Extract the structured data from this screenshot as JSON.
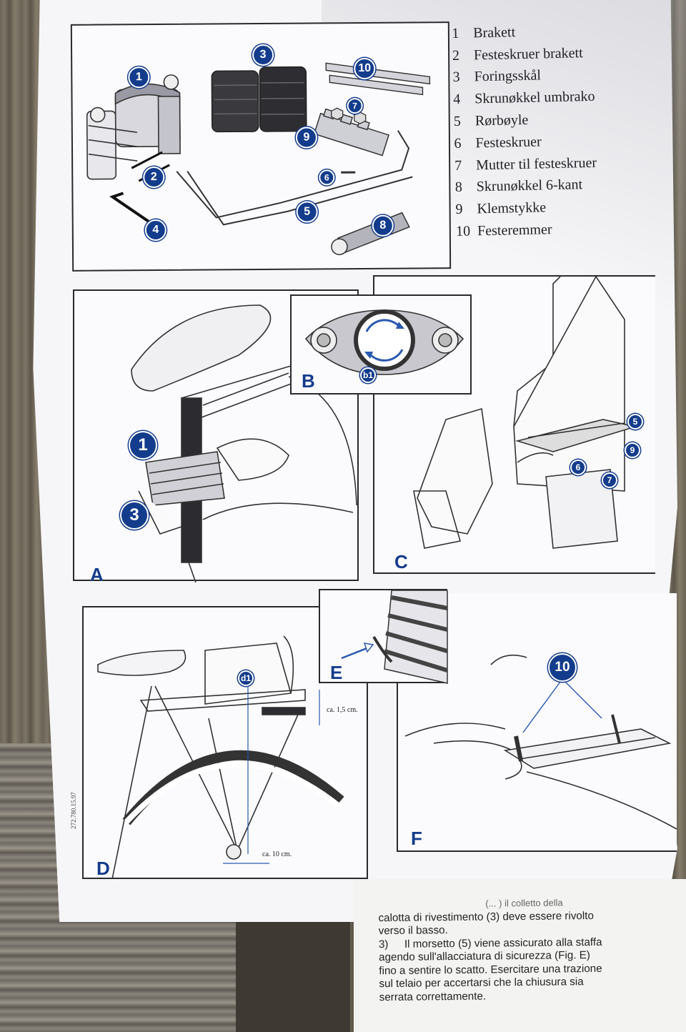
{
  "parts": [
    {
      "num": "1",
      "label": "Brakett"
    },
    {
      "num": "2",
      "label": "Festeskruer brakett"
    },
    {
      "num": "3",
      "label": "Foringsskål"
    },
    {
      "num": "4",
      "label": "Skrunøkkel umbrako"
    },
    {
      "num": "5",
      "label": "Rørbøyle"
    },
    {
      "num": "6",
      "label": "Festeskruer"
    },
    {
      "num": "7",
      "label": "Mutter til festeskruer"
    },
    {
      "num": "8",
      "label": "Skrunøkkel 6-kant"
    },
    {
      "num": "9",
      "label": "Klemstykke"
    },
    {
      "num": "10",
      "label": "Festeremmer"
    }
  ],
  "callouts": {
    "c1": "1",
    "c2": "2",
    "c3": "3",
    "c4": "4",
    "c5": "5",
    "c6": "6",
    "c7": "7",
    "c8": "8",
    "c9": "9",
    "c10": "10"
  },
  "figures": {
    "A": "A",
    "B": "B",
    "C": "C",
    "D": "D",
    "E": "E",
    "F": "F",
    "b1": "b1",
    "d1": "d1",
    "measure_15": "ca. 1,5 cm.",
    "measure_10": "ca. 10 cm.",
    "code": "272.780.15.97"
  },
  "italian": {
    "line0": "(... ) il colletto della",
    "line1": "calotta di rivestimento (3) deve essere rivolto",
    "line2": "verso il basso.",
    "step3_num": "3)",
    "line3": "Il morsetto (5) viene assicurato alla staffa",
    "line4": "agendo sull'allacciatura di sicurezza (Fig. E)",
    "line5": "fino a sentire lo scatto. Esercitare una trazione",
    "line6": "sul telaio per accertarsi che la chiusura sia",
    "line7": "serrata correttamente."
  },
  "colors": {
    "callout_blue": "#143c8c",
    "paper": "#f6f6f8",
    "ink": "#2a2a2e"
  }
}
